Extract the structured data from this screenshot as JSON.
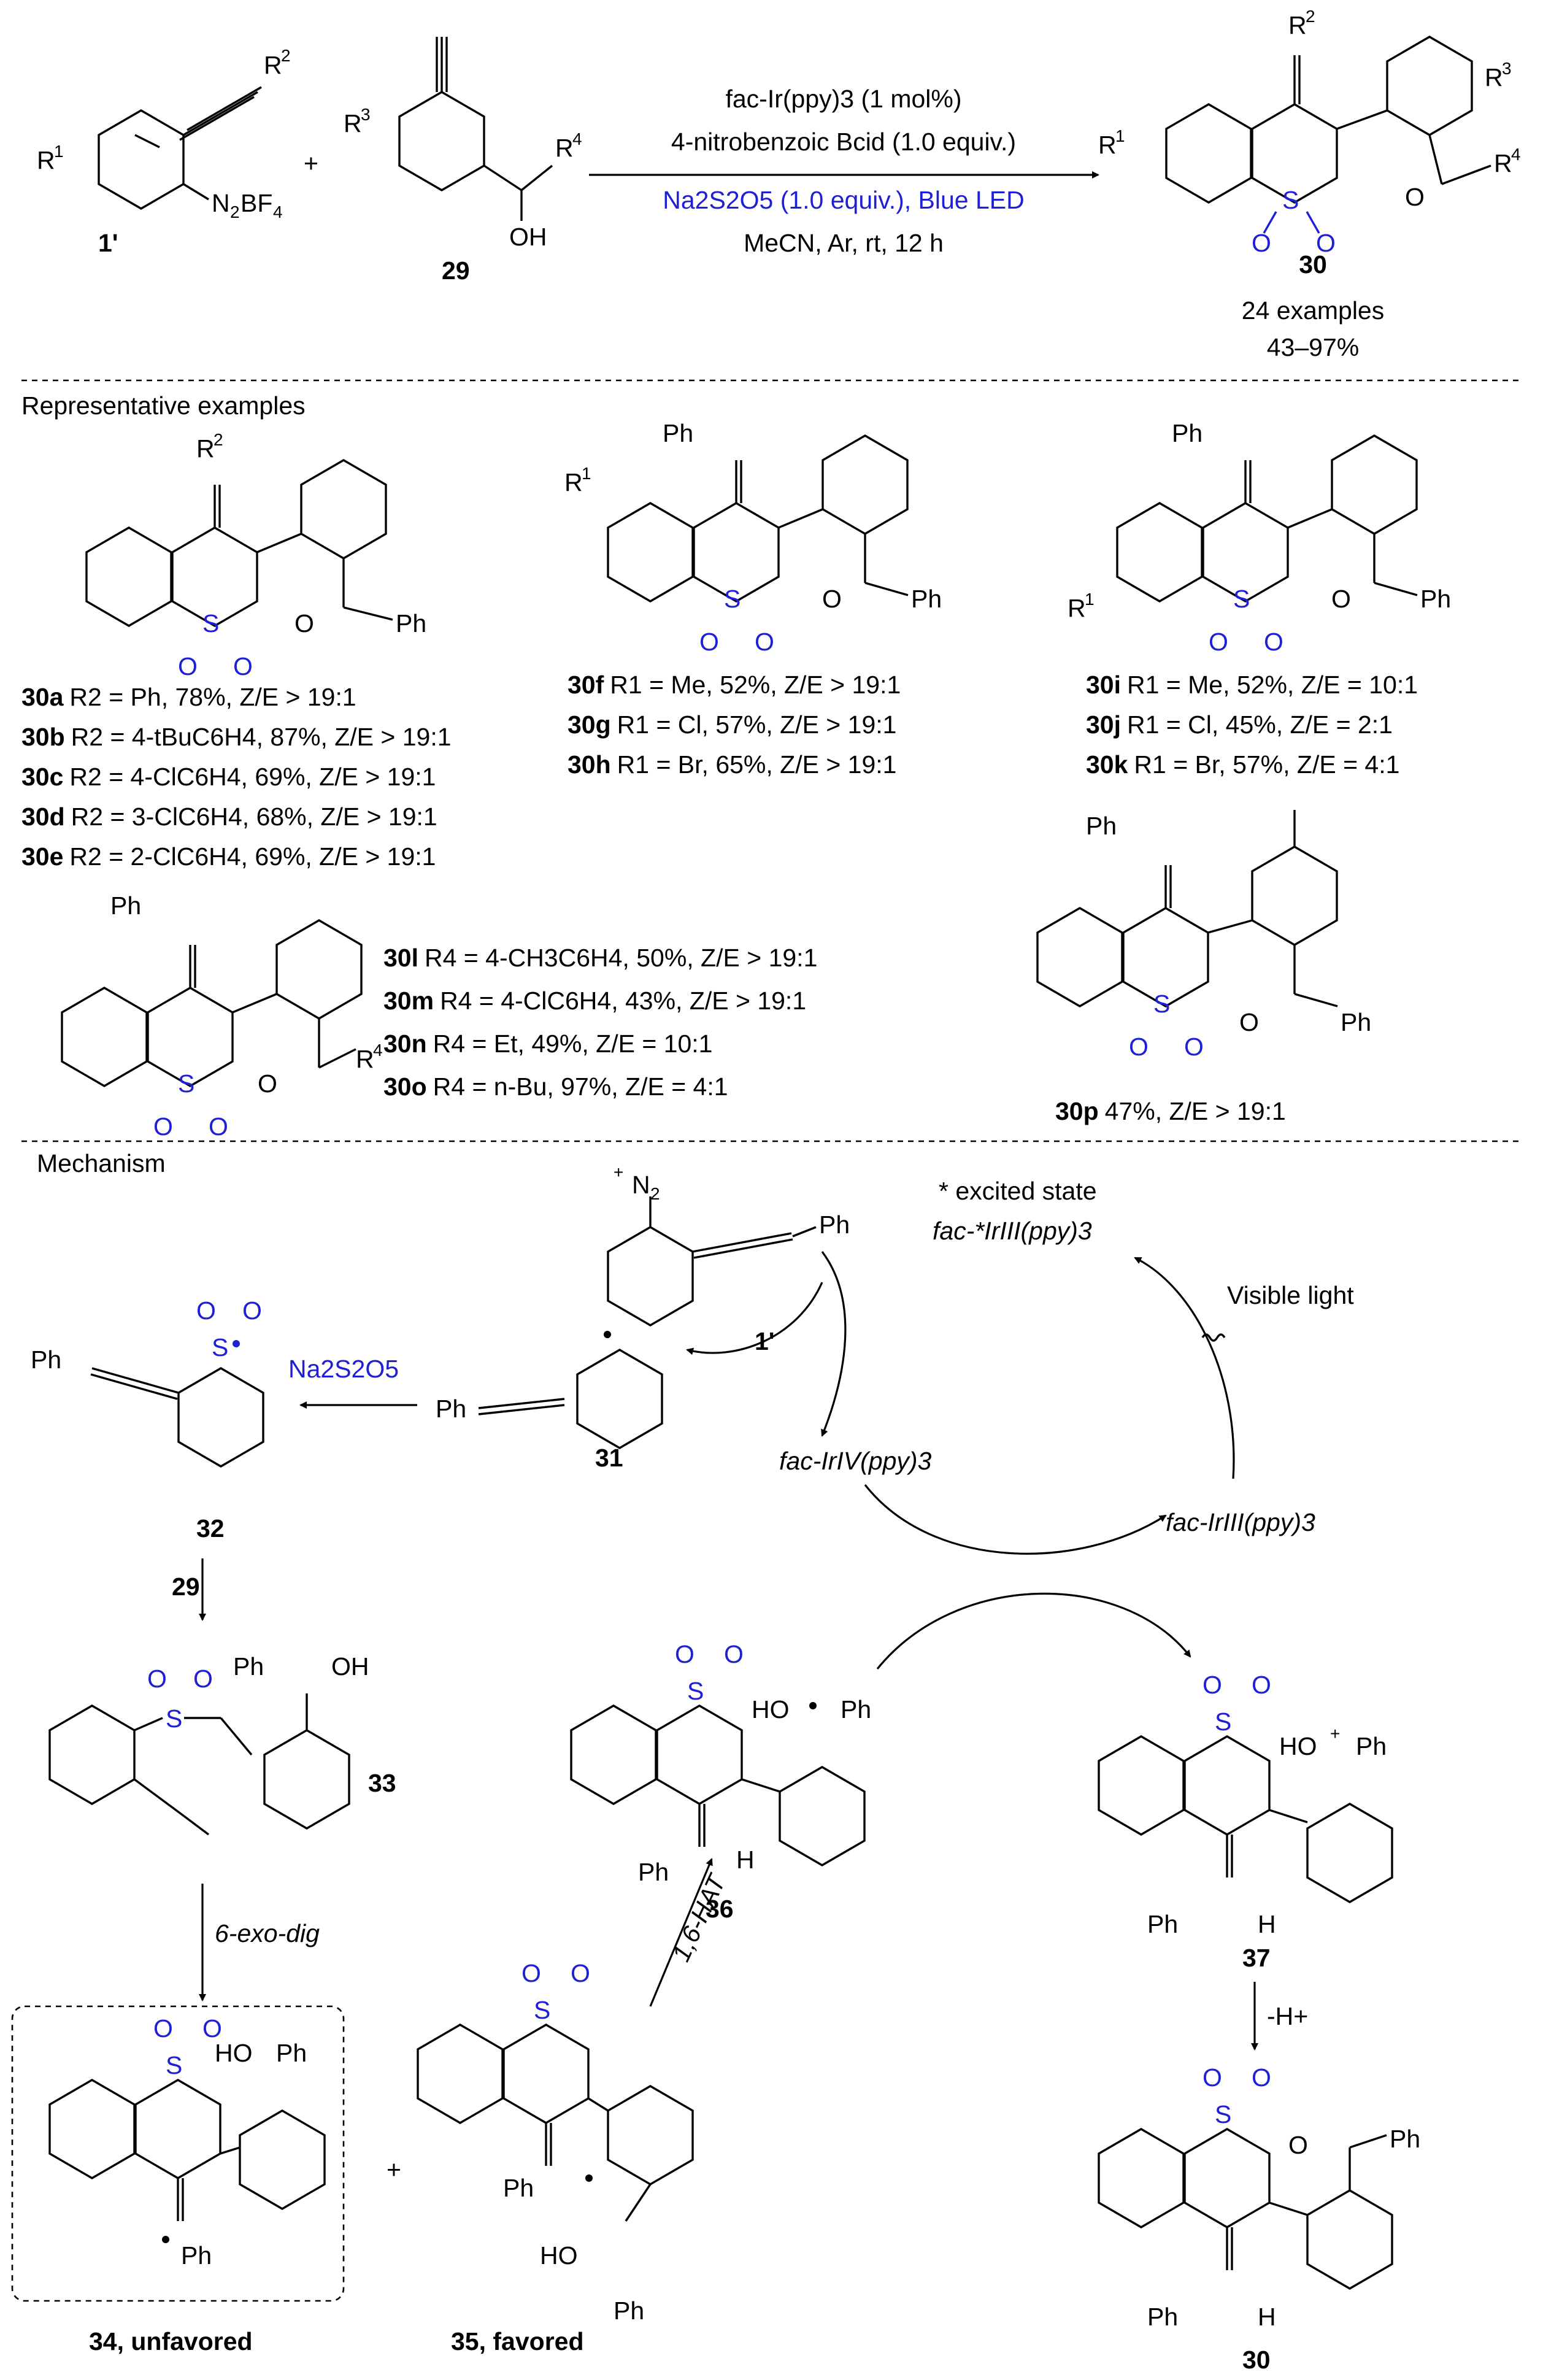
{
  "scheme": {
    "reagents": {
      "line1": "fac-Ir(ppy)3 (1 mol%)",
      "line2": "4-nitrobenzoic Bcid (1.0 equiv.)",
      "line3": "Na2S2O5 (1.0 equiv.), Blue LED",
      "line4": "MeCN, Ar, rt, 12 h"
    },
    "compound_1p": "1'",
    "compound_29": "29",
    "compound_30": "30",
    "plus": "+",
    "summary_examples": "24 examples",
    "summary_yield": "43–97%"
  },
  "section_titles": {
    "examples": "Representative examples",
    "mechanism": "Mechanism"
  },
  "examples": {
    "group_a": [
      {
        "id": "30a",
        "text": "R2 = Ph, 78%, Z/E > 19:1"
      },
      {
        "id": "30b",
        "text": "R2 = 4-tBuC6H4, 87%, Z/E > 19:1"
      },
      {
        "id": "30c",
        "text": "R2 = 4-ClC6H4, 69%, Z/E > 19:1"
      },
      {
        "id": "30d",
        "text": "R2 = 3-ClC6H4, 68%, Z/E > 19:1"
      },
      {
        "id": "30e",
        "text": "R2 = 2-ClC6H4, 69%, Z/E > 19:1"
      }
    ],
    "group_f": [
      {
        "id": "30f",
        "text": "R1 = Me, 52%, Z/E > 19:1"
      },
      {
        "id": "30g",
        "text": "R1 = Cl, 57%, Z/E > 19:1"
      },
      {
        "id": "30h",
        "text": "R1 = Br, 65%, Z/E > 19:1"
      }
    ],
    "group_i": [
      {
        "id": "30i",
        "text": "R1 = Me, 52%, Z/E = 10:1"
      },
      {
        "id": "30j",
        "text": "R1 = Cl, 45%, Z/E = 2:1"
      },
      {
        "id": "30k",
        "text": "R1 = Br, 57%, Z/E = 4:1"
      }
    ],
    "group_l": [
      {
        "id": "30l",
        "text": "R4 = 4-CH3C6H4, 50%, Z/E > 19:1"
      },
      {
        "id": "30m",
        "text": "R4 = 4-ClC6H4, 43%, Z/E > 19:1"
      },
      {
        "id": "30n",
        "text": "R4 = Et, 49%, Z/E = 10:1"
      },
      {
        "id": "30o",
        "text": "R4 = n-Bu, 97%, Z/E = 4:1"
      }
    ],
    "p": {
      "id": "30p",
      "text": "47%, Z/E > 19:1"
    }
  },
  "mechanism": {
    "excited_state": "* excited state",
    "ir_excited": "fac-*IrIII(ppy)3",
    "ir_iv": "fac-IrIV(ppy)3",
    "ir_iii": "fac-IrIII(ppy)3",
    "visible_light": "Visible light",
    "na2s2o5": "Na2S2O5",
    "label_1p": "1'",
    "label_31": "31",
    "label_32": "32",
    "label_29": "29",
    "label_33": "33",
    "label_36": "36",
    "label_37": "37",
    "label_30": "30",
    "label_34": "34, unfavored",
    "label_35": "35, favored",
    "step_6exo": "6-exo-dig",
    "step_hat": "1,6-HAT",
    "step_deprot": "-H+",
    "plus": "+"
  }
}
